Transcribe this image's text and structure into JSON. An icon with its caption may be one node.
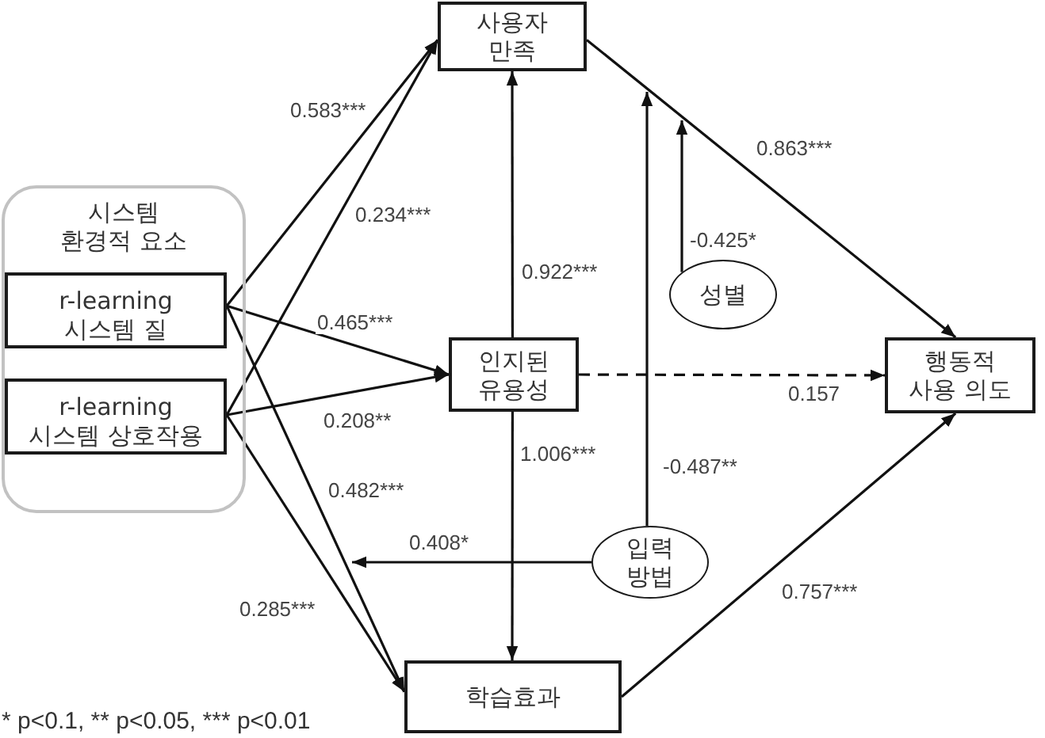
{
  "diagram": {
    "nodes": [
      {
        "text": [
          "사용자 만족"
        ]
      },
      {
        "text": [
          "시스템 환경적 요소"
        ]
      },
      {
        "text": [
          "r-learning 시스템 질"
        ],
        "in": 1
      },
      {
        "text": [
          "r-learning 시스템 상호작용"
        ],
        "in": 1
      },
      {
        "text": [
          "인지된 유용성"
        ]
      },
      {
        "text": [
          "행동적 사용 의도"
        ]
      },
      {
        "text": [
          "성별"
        ]
      },
      {
        "text": [
          "입력 방법"
        ]
      },
      {
        "text": [
          "학습효과"
        ]
      }
    ],
    "edges": [
      {
        "from": 2,
        "to": 0,
        "arrow": "to",
        "label": "0.583***"
      },
      {
        "from": 3,
        "to": 0,
        "arrow": "to",
        "label": "0.234***"
      },
      {
        "from": 2,
        "to": 4,
        "arrow": "to",
        "label": "0.465***"
      },
      {
        "from": 3,
        "to": 4,
        "arrow": "to",
        "label": "0.208**"
      },
      {
        "from": 2,
        "to": 8,
        "arrow": "to",
        "label": "0.482***"
      },
      {
        "from": 3,
        "to": 8,
        "arrow": "to",
        "label": "0.285***"
      },
      {
        "from": 4,
        "to": 0,
        "arrow": "to",
        "label": "0.922***"
      },
      {
        "from": 4,
        "to": 8,
        "arrow": "to",
        "label": "1.006***"
      },
      {
        "from": 4,
        "to": 5,
        "arrow": "to",
        "label": "0.157",
        "style": "dashed"
      },
      {
        "from": 0,
        "to": 5,
        "arrow": "to",
        "label": "0.863***"
      },
      {
        "from": 8,
        "to": 5,
        "arrow": "to",
        "label": "0.757***"
      },
      {
        "from": 6,
        "to": null,
        "arrow": "to",
        "label": "-0.425*"
      },
      {
        "from": 7,
        "to": null,
        "arrow": "to",
        "label": "-0.487**"
      },
      {
        "from": 7,
        "to": null,
        "arrow": "to",
        "label": "0.408*"
      }
    ],
    "labels": [
      "* p<0.1, ** p<0.05, *** p<0.01"
    ]
  }
}
